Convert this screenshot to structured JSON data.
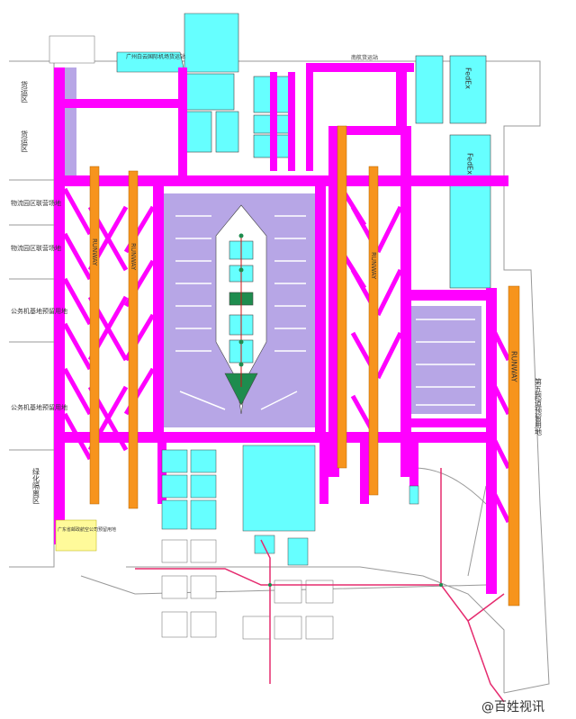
{
  "left_zones": [
    {
      "label": "货运区"
    },
    {
      "label": "货运区"
    },
    {
      "label": "物流园区联营场地"
    },
    {
      "label": "物流园区联营场地"
    },
    {
      "label": "公务机基地预留用地"
    },
    {
      "label": "公务机基地预留用地"
    },
    {
      "label": "绿化隔离区"
    }
  ],
  "runways": [
    {
      "label": "RUNWAY"
    },
    {
      "label": "RUNWAY"
    },
    {
      "label": "RUNWAY"
    },
    {
      "label": "RUNWAY"
    }
  ],
  "fedex_blocks": [
    "FedEx",
    "FedEx"
  ],
  "right_zone_label": "第五跑道预留用地",
  "bottom_left_box": "广东省邮政航空公司预留用地",
  "top_labels": {
    "north_cargo": "广州白云国际机场货运站",
    "north_right": "南航货运站"
  },
  "watermark": "@百姓视讯",
  "colors": {
    "taxiway": "#ff00ff",
    "runway": "#f7941d",
    "apron": "#b7a6e6",
    "building": "#66ffff",
    "road": "#e52b6f",
    "green": "#1e8c4e"
  }
}
